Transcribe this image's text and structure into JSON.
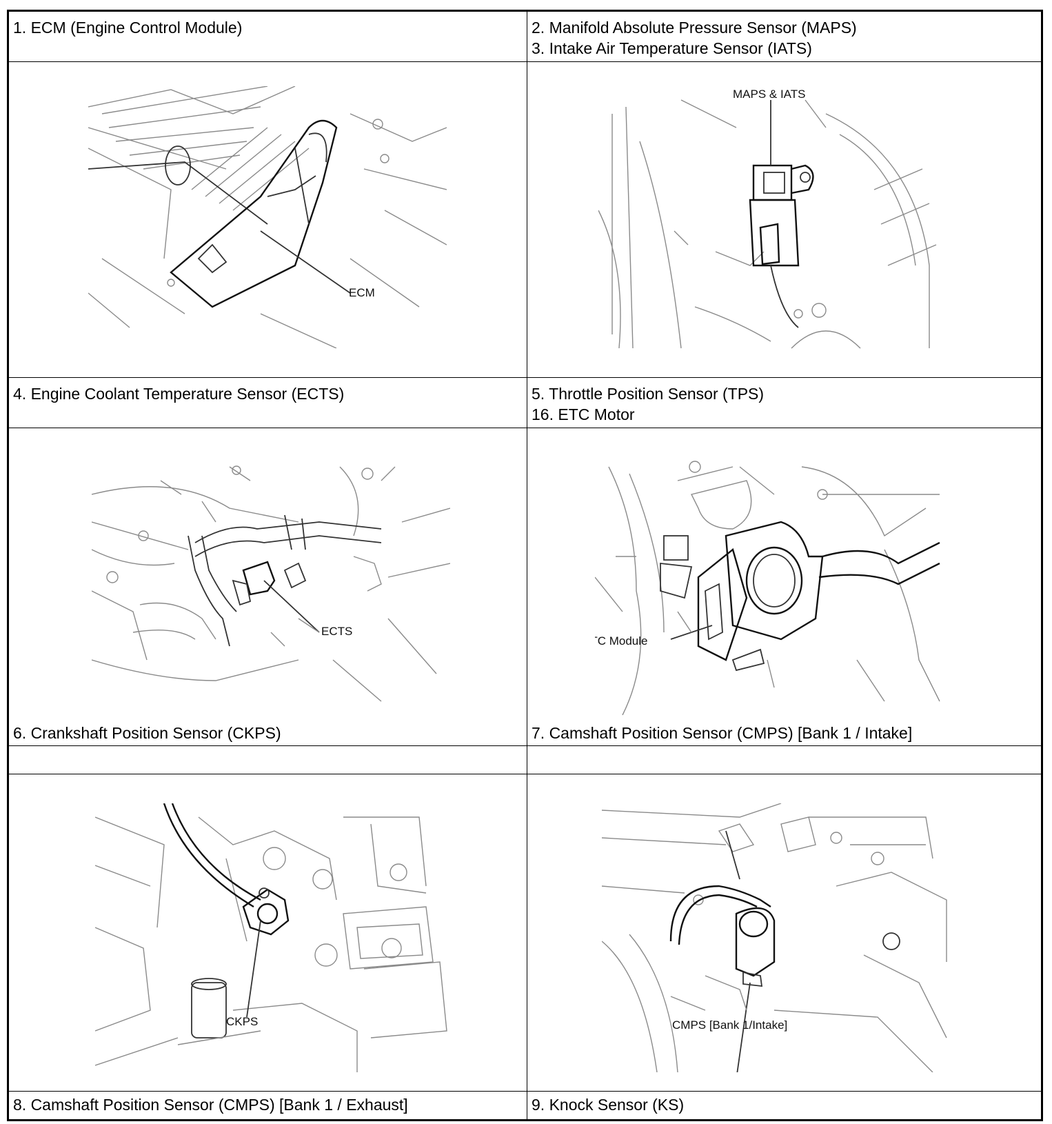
{
  "cells": {
    "ecm": {
      "title": "1. ECM (Engine Control Module)",
      "callout": "ECM"
    },
    "maps": {
      "title_line1": "2. Manifold Absolute Pressure Sensor (MAPS)",
      "title_line2": "3. Intake Air Temperature Sensor (IATS)",
      "callout": "MAPS & IATS"
    },
    "ects": {
      "title": "4. Engine Coolant Temperature Sensor (ECTS)",
      "callout": "ECTS"
    },
    "tps": {
      "title_line1": "5. Throttle Position Sensor (TPS)",
      "title_line2": "16. ETC Motor",
      "callout": "ETC Module"
    },
    "ckps": {
      "title": "6. Crankshaft Position Sensor (CKPS)",
      "callout": "CKPS"
    },
    "cmps_intake": {
      "title": "7. Camshaft Position Sensor (CMPS) [Bank 1 / Intake]",
      "callout": "CMPS [Bank 1/Intake]"
    },
    "cmps_exhaust": {
      "title": "8. Camshaft Position Sensor (CMPS) [Bank 1 / Exhaust]"
    },
    "ks": {
      "title": "9. Knock Sensor (KS)"
    }
  }
}
